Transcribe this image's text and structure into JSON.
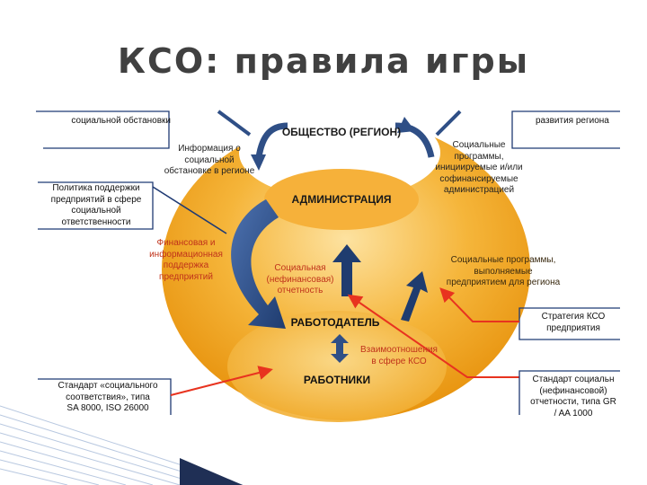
{
  "slide": {
    "title": "КСО: правила игры"
  },
  "diagram": {
    "nodes": {
      "society": "ОБЩЕСТВО (РЕГИОН)",
      "administration": "АДМИНИСТРАЦИЯ",
      "employer": "РАБОТОДАТЕЛЬ",
      "workers": "РАБОТНИКИ"
    },
    "inner_labels": {
      "info_social": [
        "Информация о",
        "социальной",
        "обстановке в регионе"
      ],
      "social_programs": [
        "Социальные",
        "программы,",
        "инициируемые и/или",
        "софинансируемые",
        "администрацией"
      ],
      "financial_support": [
        "Финансовая и",
        "информационная",
        "поддержка",
        "предприятий"
      ],
      "social_reporting": [
        "Социальная",
        "(нефинансовая)",
        "отчетность"
      ],
      "programs_by_enterprise": [
        "Социальные программы,",
        "выполняемые",
        "предприятием для региона"
      ],
      "interaction": [
        "Взаимоотношения",
        "в сфере КСО"
      ]
    },
    "side_boxes": {
      "top_left": "социальной обстановки",
      "top_right": "развития региона",
      "policy": [
        "Политика поддержки",
        "предприятий в сфере",
        "социальной",
        "ответственности"
      ],
      "strategy": [
        "Стратегия КСО",
        "предприятия"
      ],
      "standard_left": [
        "Стандарт «социального",
        "соответствия», типа",
        "SA 8000, ISO 26000"
      ],
      "standard_right": [
        "Стандарт социальн",
        "(нефинансовой)",
        "отчетности, типа GR",
        "/ AA 1000"
      ]
    },
    "colors": {
      "outer_ellipse": "#f2a81d",
      "inner_ellipse": "#f7c357",
      "white_ellipse": "#ffffff",
      "arrow": "#2f4f86",
      "red_line": "#e8331f",
      "box_line": "#1f3a73"
    }
  }
}
